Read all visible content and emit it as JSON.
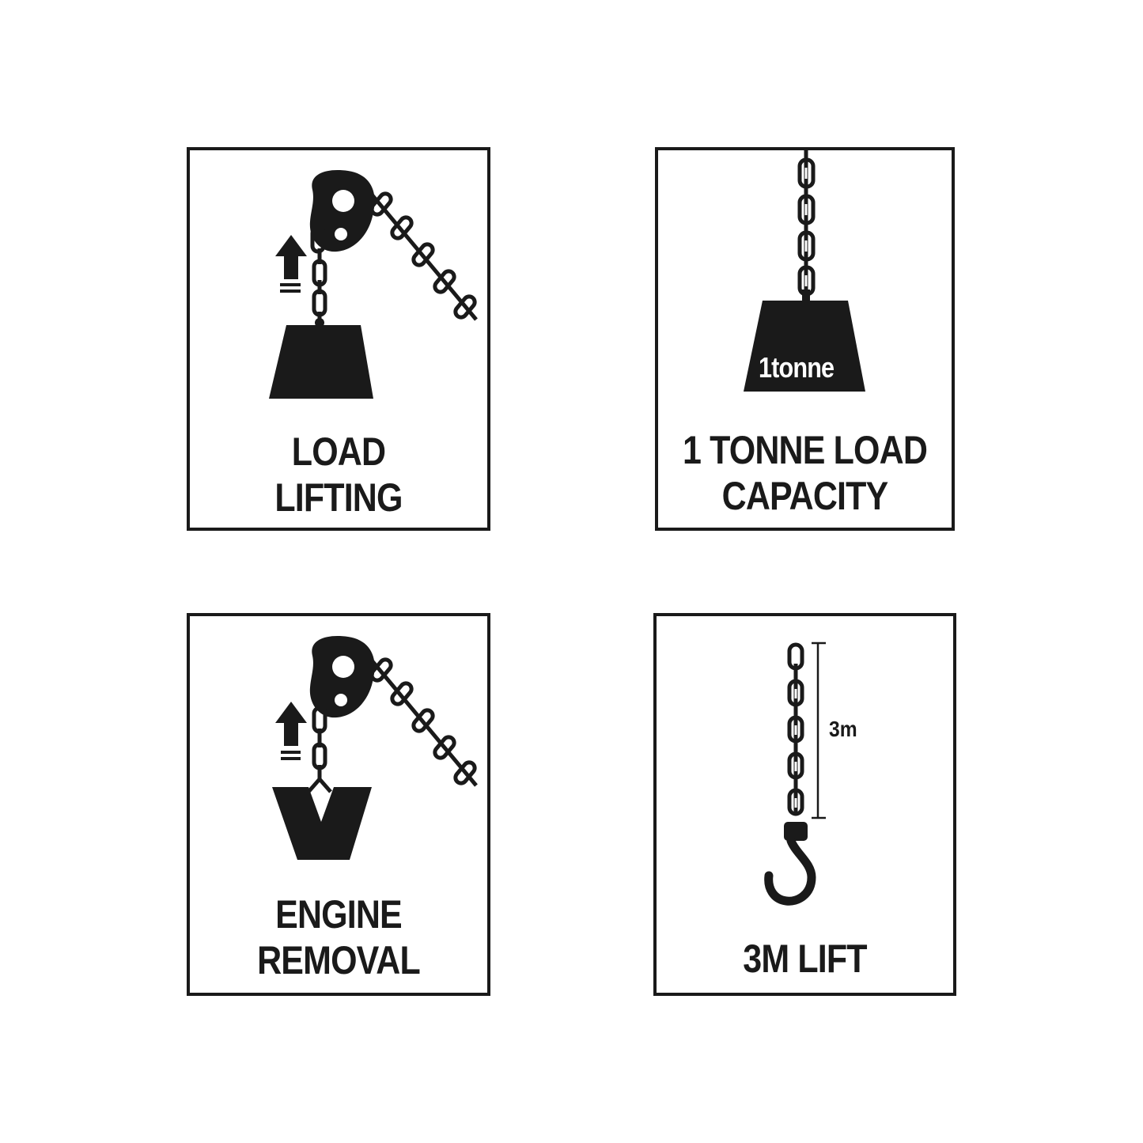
{
  "colors": {
    "ink": "#1a1a1a",
    "background": "#ffffff"
  },
  "panels": [
    {
      "id": "load-lifting",
      "icon": "chain-hoist-lifting-weight-icon",
      "label_lines": [
        "LOAD",
        "LIFTING"
      ]
    },
    {
      "id": "load-capacity",
      "icon": "hanging-weight-icon",
      "weight_text": "1tonne",
      "label_lines": [
        "1 TONNE LOAD",
        "CAPACITY"
      ]
    },
    {
      "id": "engine-removal",
      "icon": "chain-hoist-engine-icon",
      "label_lines": [
        "ENGINE",
        "REMOVAL"
      ]
    },
    {
      "id": "lift-height",
      "icon": "chain-hook-icon",
      "dimension_text": "3m",
      "label_lines": [
        "3M LIFT"
      ]
    }
  ]
}
